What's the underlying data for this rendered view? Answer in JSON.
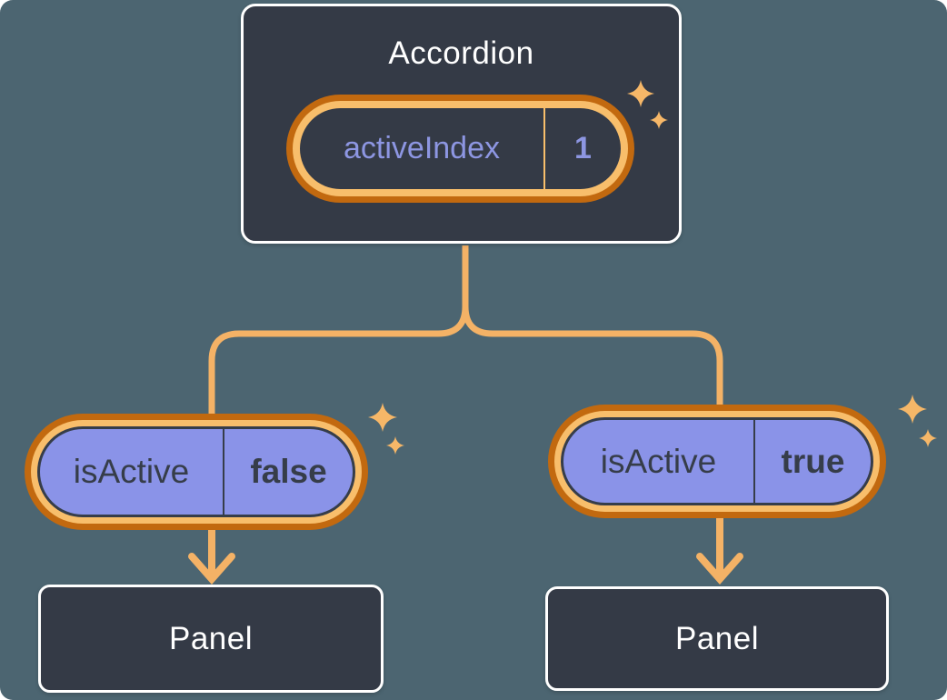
{
  "colors": {
    "background": "#4C6571",
    "card": "#343A46",
    "card-border": "#FFFFFF",
    "line": "#F4B266",
    "ring-light": "#F8BE6B",
    "ring-dark": "#C2690F",
    "pill-fill": "#8A93E8",
    "pill-text": "#363D49",
    "accent-text": "#8D96E2",
    "sparkle": "#F6B768",
    "title-text": "#FFFFFF"
  },
  "icons": {
    "sparkle": "four-point-star"
  },
  "accordion": {
    "title": "Accordion",
    "state": {
      "label": "activeIndex",
      "value": "1"
    }
  },
  "props": {
    "left": {
      "label": "isActive",
      "value": "false"
    },
    "right": {
      "label": "isActive",
      "value": "true"
    }
  },
  "panels": {
    "left": {
      "label": "Panel"
    },
    "right": {
      "label": "Panel"
    }
  }
}
